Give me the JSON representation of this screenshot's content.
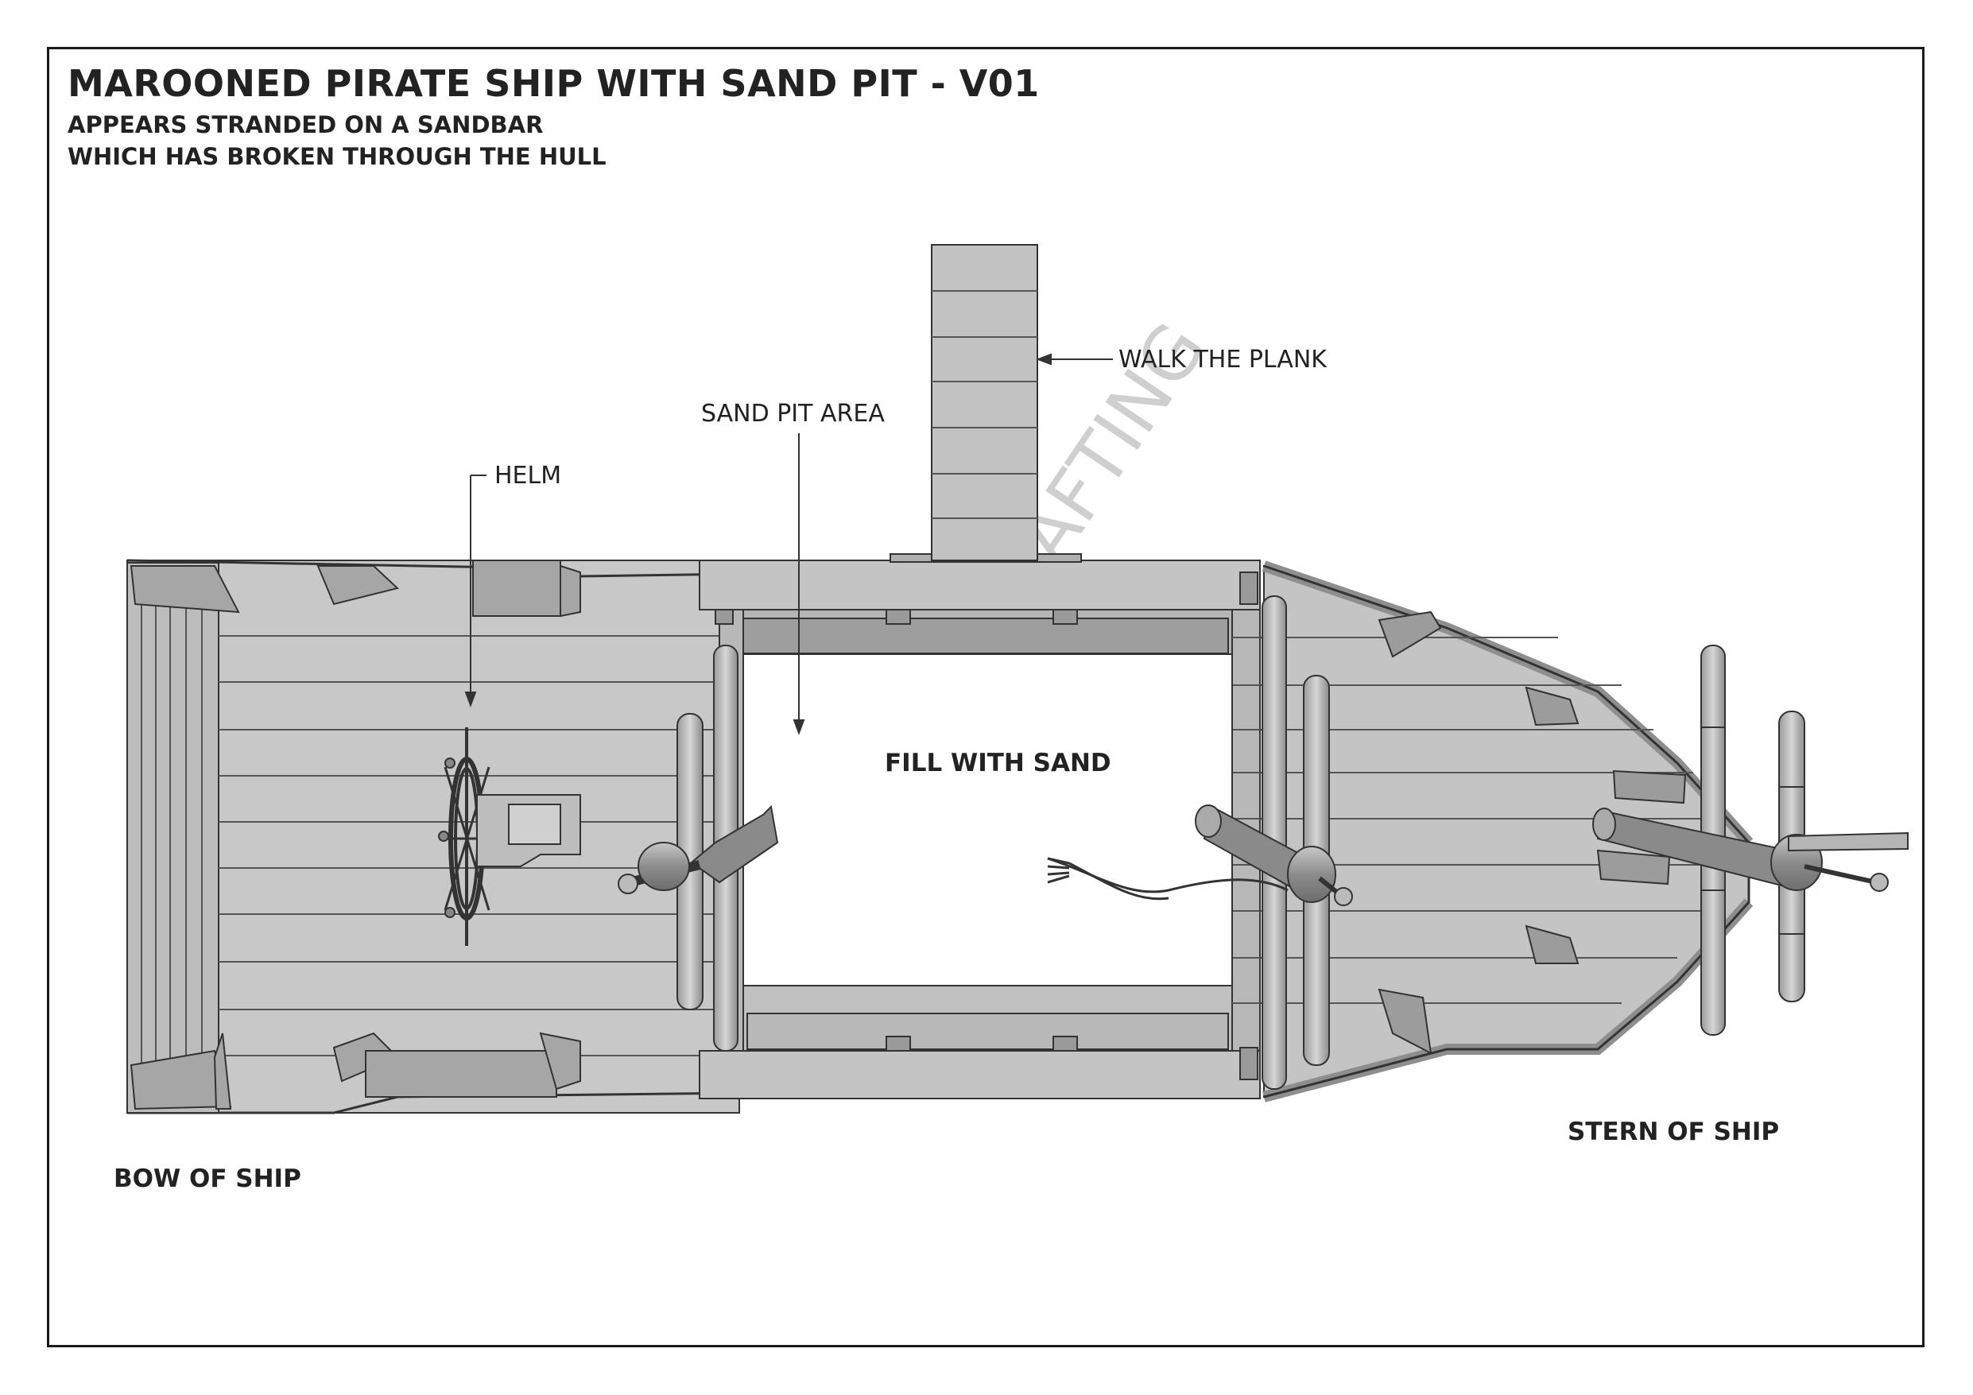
{
  "header": {
    "title": "MAROONED PIRATE SHIP WITH SAND PIT - V01",
    "subtitle_line1": "APPEARS STRANDED ON A SANDBAR",
    "subtitle_line2": "WHICH HAS BROKEN THROUGH THE HULL"
  },
  "labels": {
    "walk_the_plank": "WALK THE PLANK",
    "sand_pit_area": "SAND PIT AREA",
    "helm": "HELM",
    "fill_with_sand": "FILL WITH SAND",
    "bow": "BOW OF SHIP",
    "stern": "STERN OF SHIP"
  },
  "watermark": ". DESIGN DRAFTING",
  "colors": {
    "deck": "#c8c8c8",
    "plank_line": "#555555",
    "outline": "#333333",
    "beam_dark": "#8a8a8a",
    "watermark": "#c8c8c8"
  }
}
